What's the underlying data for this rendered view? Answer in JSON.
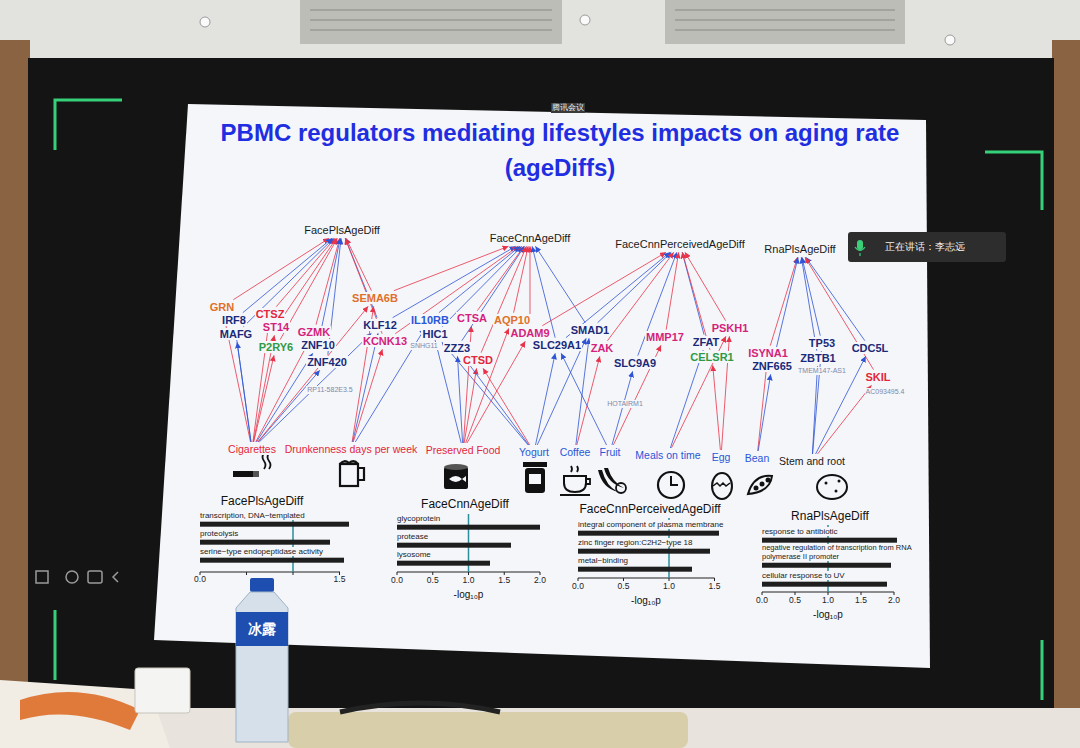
{
  "diagram": {
    "title": "PBMC regulators mediating lifestyles impacts on aging rate (ageDiffs)",
    "nodes": [
      {
        "text": [
          "FacePlsAgeDiff"
        ]
      },
      {
        "text": [
          "FaceCnnAgeDiff"
        ]
      },
      {
        "text": [
          "FaceCnnPerceivedAgeDiff"
        ]
      },
      {
        "text": [
          "RnaPlsAgeDiff"
        ]
      },
      {
        "text": [
          "GRN"
        ]
      },
      {
        "text": [
          "IRF8"
        ]
      },
      {
        "text": [
          "CTSZ"
        ]
      },
      {
        "text": [
          "ST14"
        ]
      },
      {
        "text": [
          "MAFG"
        ]
      },
      {
        "text": [
          "GZMK"
        ]
      },
      {
        "text": [
          "P2RY6"
        ]
      },
      {
        "text": [
          "ZNF10"
        ]
      },
      {
        "text": [
          "ZNF420"
        ]
      },
      {
        "text": [
          "SEMA6B"
        ]
      },
      {
        "text": [
          "KLF12"
        ]
      },
      {
        "text": [
          "KCNK13"
        ]
      },
      {
        "text": [
          "IL10RB"
        ]
      },
      {
        "text": [
          "HIC1"
        ]
      },
      {
        "text": [
          "CTSA"
        ]
      },
      {
        "text": [
          "AQP10"
        ]
      },
      {
        "text": [
          "ZZZ3"
        ]
      },
      {
        "text": [
          "ADAM9"
        ]
      },
      {
        "text": [
          "CTSD"
        ]
      },
      {
        "text": [
          "SMAD1"
        ]
      },
      {
        "text": [
          "SLC29A1"
        ]
      },
      {
        "text": [
          "ZAK"
        ]
      },
      {
        "text": [
          "SLC9A9"
        ]
      },
      {
        "text": [
          "MMP17"
        ]
      },
      {
        "text": [
          "ZFAT"
        ]
      },
      {
        "text": [
          "PSKH1"
        ]
      },
      {
        "text": [
          "CELSR1"
        ]
      },
      {
        "text": [
          "ISYNA1"
        ]
      },
      {
        "text": [
          "ZNF665"
        ]
      },
      {
        "text": [
          "TP53"
        ]
      },
      {
        "text": [
          "ZBTB1"
        ]
      },
      {
        "text": [
          "CDC5L"
        ]
      },
      {
        "text": [
          "SKIL"
        ]
      },
      {
        "text": [
          "Cigarettes"
        ]
      },
      {
        "text": [
          "Drunkenness days per week"
        ]
      },
      {
        "text": [
          "Preserved Food"
        ]
      },
      {
        "text": [
          "Yogurt"
        ]
      },
      {
        "text": [
          "Coffee"
        ]
      },
      {
        "text": [
          "Fruit"
        ]
      },
      {
        "text": [
          "Meals on time"
        ]
      },
      {
        "text": [
          "Egg"
        ]
      },
      {
        "text": [
          "Bean"
        ]
      },
      {
        "text": [
          "Stem and root"
        ]
      }
    ],
    "edges": [
      {
        "from": 4,
        "to": 0,
        "arrow": "to"
      },
      {
        "from": 5,
        "to": 0,
        "arrow": "to"
      },
      {
        "from": 6,
        "to": 0,
        "arrow": "to"
      },
      {
        "from": 7,
        "to": 0,
        "arrow": "to"
      },
      {
        "from": 8,
        "to": 0,
        "arrow": "to"
      },
      {
        "from": 9,
        "to": 0,
        "arrow": "to"
      },
      {
        "from": 10,
        "to": 0,
        "arrow": "to"
      },
      {
        "from": 11,
        "to": 0,
        "arrow": "to"
      },
      {
        "from": 12,
        "to": 0,
        "arrow": "to"
      },
      {
        "from": 13,
        "to": 0,
        "arrow": "to"
      },
      {
        "from": 14,
        "to": 0,
        "arrow": "to"
      },
      {
        "from": 15,
        "to": 0,
        "arrow": "to"
      },
      {
        "from": 13,
        "to": 1,
        "arrow": "to"
      },
      {
        "from": 14,
        "to": 1,
        "arrow": "to"
      },
      {
        "from": 15,
        "to": 1,
        "arrow": "to"
      },
      {
        "from": 16,
        "to": 1,
        "arrow": "to"
      },
      {
        "from": 17,
        "to": 1,
        "arrow": "to"
      },
      {
        "from": 18,
        "to": 1,
        "arrow": "to"
      },
      {
        "from": 19,
        "to": 1,
        "arrow": "to"
      },
      {
        "from": 20,
        "to": 1,
        "arrow": "to"
      },
      {
        "from": 21,
        "to": 1,
        "arrow": "to"
      },
      {
        "from": 22,
        "to": 1,
        "arrow": "to"
      },
      {
        "from": 23,
        "to": 1,
        "arrow": "to"
      },
      {
        "from": 24,
        "to": 1,
        "arrow": "to"
      },
      {
        "from": 21,
        "to": 2,
        "arrow": "to"
      },
      {
        "from": 23,
        "to": 2,
        "arrow": "to"
      },
      {
        "from": 24,
        "to": 2,
        "arrow": "to"
      },
      {
        "from": 25,
        "to": 2,
        "arrow": "to"
      },
      {
        "from": 26,
        "to": 2,
        "arrow": "to"
      },
      {
        "from": 27,
        "to": 2,
        "arrow": "to"
      },
      {
        "from": 28,
        "to": 2,
        "arrow": "to"
      },
      {
        "from": 29,
        "to": 2,
        "arrow": "to"
      },
      {
        "from": 30,
        "to": 2,
        "arrow": "to"
      },
      {
        "from": 31,
        "to": 3,
        "arrow": "to"
      },
      {
        "from": 32,
        "to": 3,
        "arrow": "to"
      },
      {
        "from": 33,
        "to": 3,
        "arrow": "to"
      },
      {
        "from": 34,
        "to": 3,
        "arrow": "to"
      },
      {
        "from": 35,
        "to": 3,
        "arrow": "to"
      },
      {
        "from": 36,
        "to": 3,
        "arrow": "to"
      },
      {
        "from": 37,
        "to": 4,
        "arrow": "to"
      },
      {
        "from": 37,
        "to": 5,
        "arrow": "to"
      },
      {
        "from": 37,
        "to": 6,
        "arrow": "to"
      },
      {
        "from": 37,
        "to": 7,
        "arrow": "to"
      },
      {
        "from": 37,
        "to": 8,
        "arrow": "to"
      },
      {
        "from": 37,
        "to": 9,
        "arrow": "to"
      },
      {
        "from": 37,
        "to": 10,
        "arrow": "to"
      },
      {
        "from": 37,
        "to": 11,
        "arrow": "to"
      },
      {
        "from": 37,
        "to": 12,
        "arrow": "to"
      },
      {
        "from": 37,
        "to": 13,
        "arrow": "to"
      },
      {
        "from": 37,
        "to": 14,
        "arrow": "to"
      },
      {
        "from": 38,
        "to": 13,
        "arrow": "to"
      },
      {
        "from": 38,
        "to": 14,
        "arrow": "to"
      },
      {
        "from": 38,
        "to": 15,
        "arrow": "to"
      },
      {
        "from": 38,
        "to": 16,
        "arrow": "to"
      },
      {
        "from": 39,
        "to": 16,
        "arrow": "to"
      },
      {
        "from": 39,
        "to": 18,
        "arrow": "to"
      },
      {
        "from": 39,
        "to": 19,
        "arrow": "to"
      },
      {
        "from": 39,
        "to": 20,
        "arrow": "to"
      },
      {
        "from": 39,
        "to": 21,
        "arrow": "to"
      },
      {
        "from": 39,
        "to": 22,
        "arrow": "to"
      },
      {
        "from": 40,
        "to": 17,
        "arrow": "to"
      },
      {
        "from": 40,
        "to": 20,
        "arrow": "to"
      },
      {
        "from": 40,
        "to": 22,
        "arrow": "to"
      },
      {
        "from": 40,
        "to": 23,
        "arrow": "to"
      },
      {
        "from": 40,
        "to": 24,
        "arrow": "to"
      },
      {
        "from": 41,
        "to": 23,
        "arrow": "to"
      },
      {
        "from": 41,
        "to": 25,
        "arrow": "to"
      },
      {
        "from": 42,
        "to": 24,
        "arrow": "to"
      },
      {
        "from": 42,
        "to": 26,
        "arrow": "to"
      },
      {
        "from": 42,
        "to": 27,
        "arrow": "to"
      },
      {
        "from": 43,
        "to": 28,
        "arrow": "to"
      },
      {
        "from": 43,
        "to": 29,
        "arrow": "to"
      },
      {
        "from": 44,
        "to": 29,
        "arrow": "to"
      },
      {
        "from": 44,
        "to": 30,
        "arrow": "to"
      },
      {
        "from": 45,
        "to": 31,
        "arrow": "to"
      },
      {
        "from": 45,
        "to": 32,
        "arrow": "to"
      },
      {
        "from": 46,
        "to": 33,
        "arrow": "to"
      },
      {
        "from": 46,
        "to": 34,
        "arrow": "to"
      },
      {
        "from": 46,
        "to": 35,
        "arrow": "to"
      },
      {
        "from": 46,
        "to": 36,
        "arrow": "to"
      }
    ],
    "labels": [
      "腾讯会议",
      "正在讲话：李志远",
      "FacePlsAgeDiff",
      "transcription, DNA−templated",
      "proteolysis",
      "serine−type endopeptidase activity",
      "0.0",
      "1.5",
      "FaceCnnAgeDiff",
      "glycoprotein",
      "protease",
      "lysosome",
      "0.0",
      "0.5",
      "1.0",
      "1.5",
      "2.0",
      "-log₁₀p",
      "FaceCnnPerceivedAgeDiff",
      "integral component of plasma membrane",
      "zinc finger region:C2H2−type 18",
      "metal−binding",
      "0.0",
      "0.5",
      "1.0",
      "1.5",
      "-log₁₀p",
      "RnaPlsAgeDiff",
      "response to antibiotic",
      "negative regulation of transcription from RNA polymerase II promoter",
      "cellular response to UV",
      "0.0",
      "0.5",
      "1.0",
      "1.5",
      "2.0",
      "-log₁₀p",
      "SNHG11",
      "RP11-582E3.5",
      "TMEM147-AS1",
      "HOTAIRM1",
      "AC093495.4",
      "冰露"
    ]
  }
}
